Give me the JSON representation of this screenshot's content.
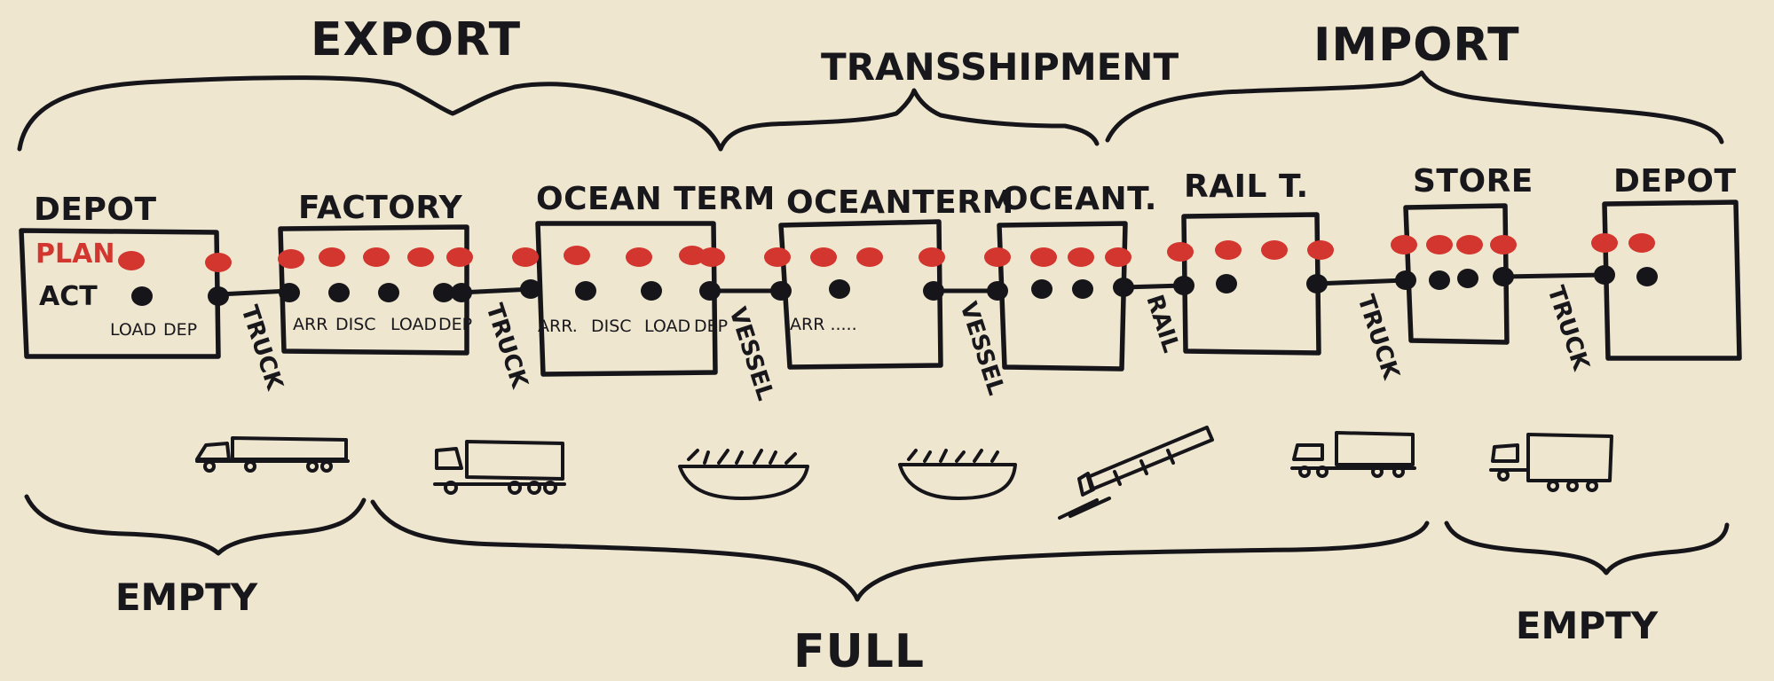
{
  "phases": {
    "export": "EXPORT",
    "transshipment": "TRANSSHIPMENT",
    "import": "IMPORT"
  },
  "stages": [
    "DEPOT",
    "FACTORY",
    "OCEAN TERM",
    "OCEANTERM",
    "OCEANT.",
    "RAIL T.",
    "STORE",
    "DEPOT"
  ],
  "row_labels": {
    "plan": "PLAN",
    "actual": "ACT"
  },
  "events": {
    "depot": [
      "LOAD",
      "DEP"
    ],
    "factory": [
      "ARR",
      "DISC",
      "LOAD",
      "DEP"
    ],
    "ocean_term_1": [
      "ARR.",
      "DISC",
      "LOAD",
      "DEP"
    ],
    "ocean_term_2": [
      "ARR ....."
    ]
  },
  "transport_modes": [
    "TRUCK",
    "TRUCK",
    "VESSEL",
    "VESSEL",
    "RAIL",
    "TRUCK",
    "TRUCK"
  ],
  "status": {
    "empty_start": "EMPTY",
    "full": "FULL",
    "empty_end": "EMPTY"
  },
  "colors": {
    "ink": "#15151a",
    "plan_dot": "#d3362f",
    "paper": "#efe6cf"
  }
}
